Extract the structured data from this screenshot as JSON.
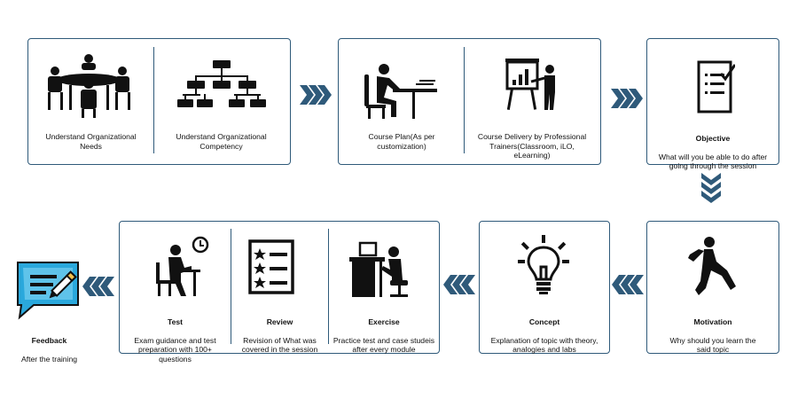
{
  "colors": {
    "border": "#2f5a7a",
    "arrow": "#2f5a7a",
    "feedback": "#2aa8dc"
  },
  "steps": {
    "needs": {
      "icon": "meeting-icon",
      "desc": "Understand Organizational\nNeeds"
    },
    "competency": {
      "icon": "org-chart-icon",
      "desc": "Understand Organizational\nCompetency"
    },
    "plan": {
      "icon": "person-desk-icon",
      "desc": "Course Plan(As per\ncustomization)"
    },
    "delivery": {
      "icon": "presenter-icon",
      "desc": "Course Delivery by Professional\nTrainers(Classroom, iLO,\neLearning)"
    },
    "objective": {
      "icon": "checklist-icon",
      "title": "Objective",
      "desc": "What will you be able to do after\ngoing through the session"
    },
    "motivation": {
      "icon": "jumping-person-icon",
      "title": "Motivation",
      "desc": "Why should you learn the\nsaid topic"
    },
    "concept": {
      "icon": "lightbulb-icon",
      "title": "Concept",
      "desc": "Explanation of topic with theory,\nanalogies and labs"
    },
    "exercise": {
      "icon": "computer-user-icon",
      "title": "Exercise",
      "desc": "Practice test and case studeis\nafter every module"
    },
    "review": {
      "icon": "star-list-icon",
      "title": "Review",
      "desc": "Revision of What was\ncovered in the session"
    },
    "test": {
      "icon": "timed-test-icon",
      "title": "Test",
      "desc": "Exam guidance and test\npreparation with 100+\nquestions"
    },
    "feedback": {
      "icon": "feedback-bubble-icon",
      "title": "Feedback",
      "desc": "After the training"
    }
  }
}
